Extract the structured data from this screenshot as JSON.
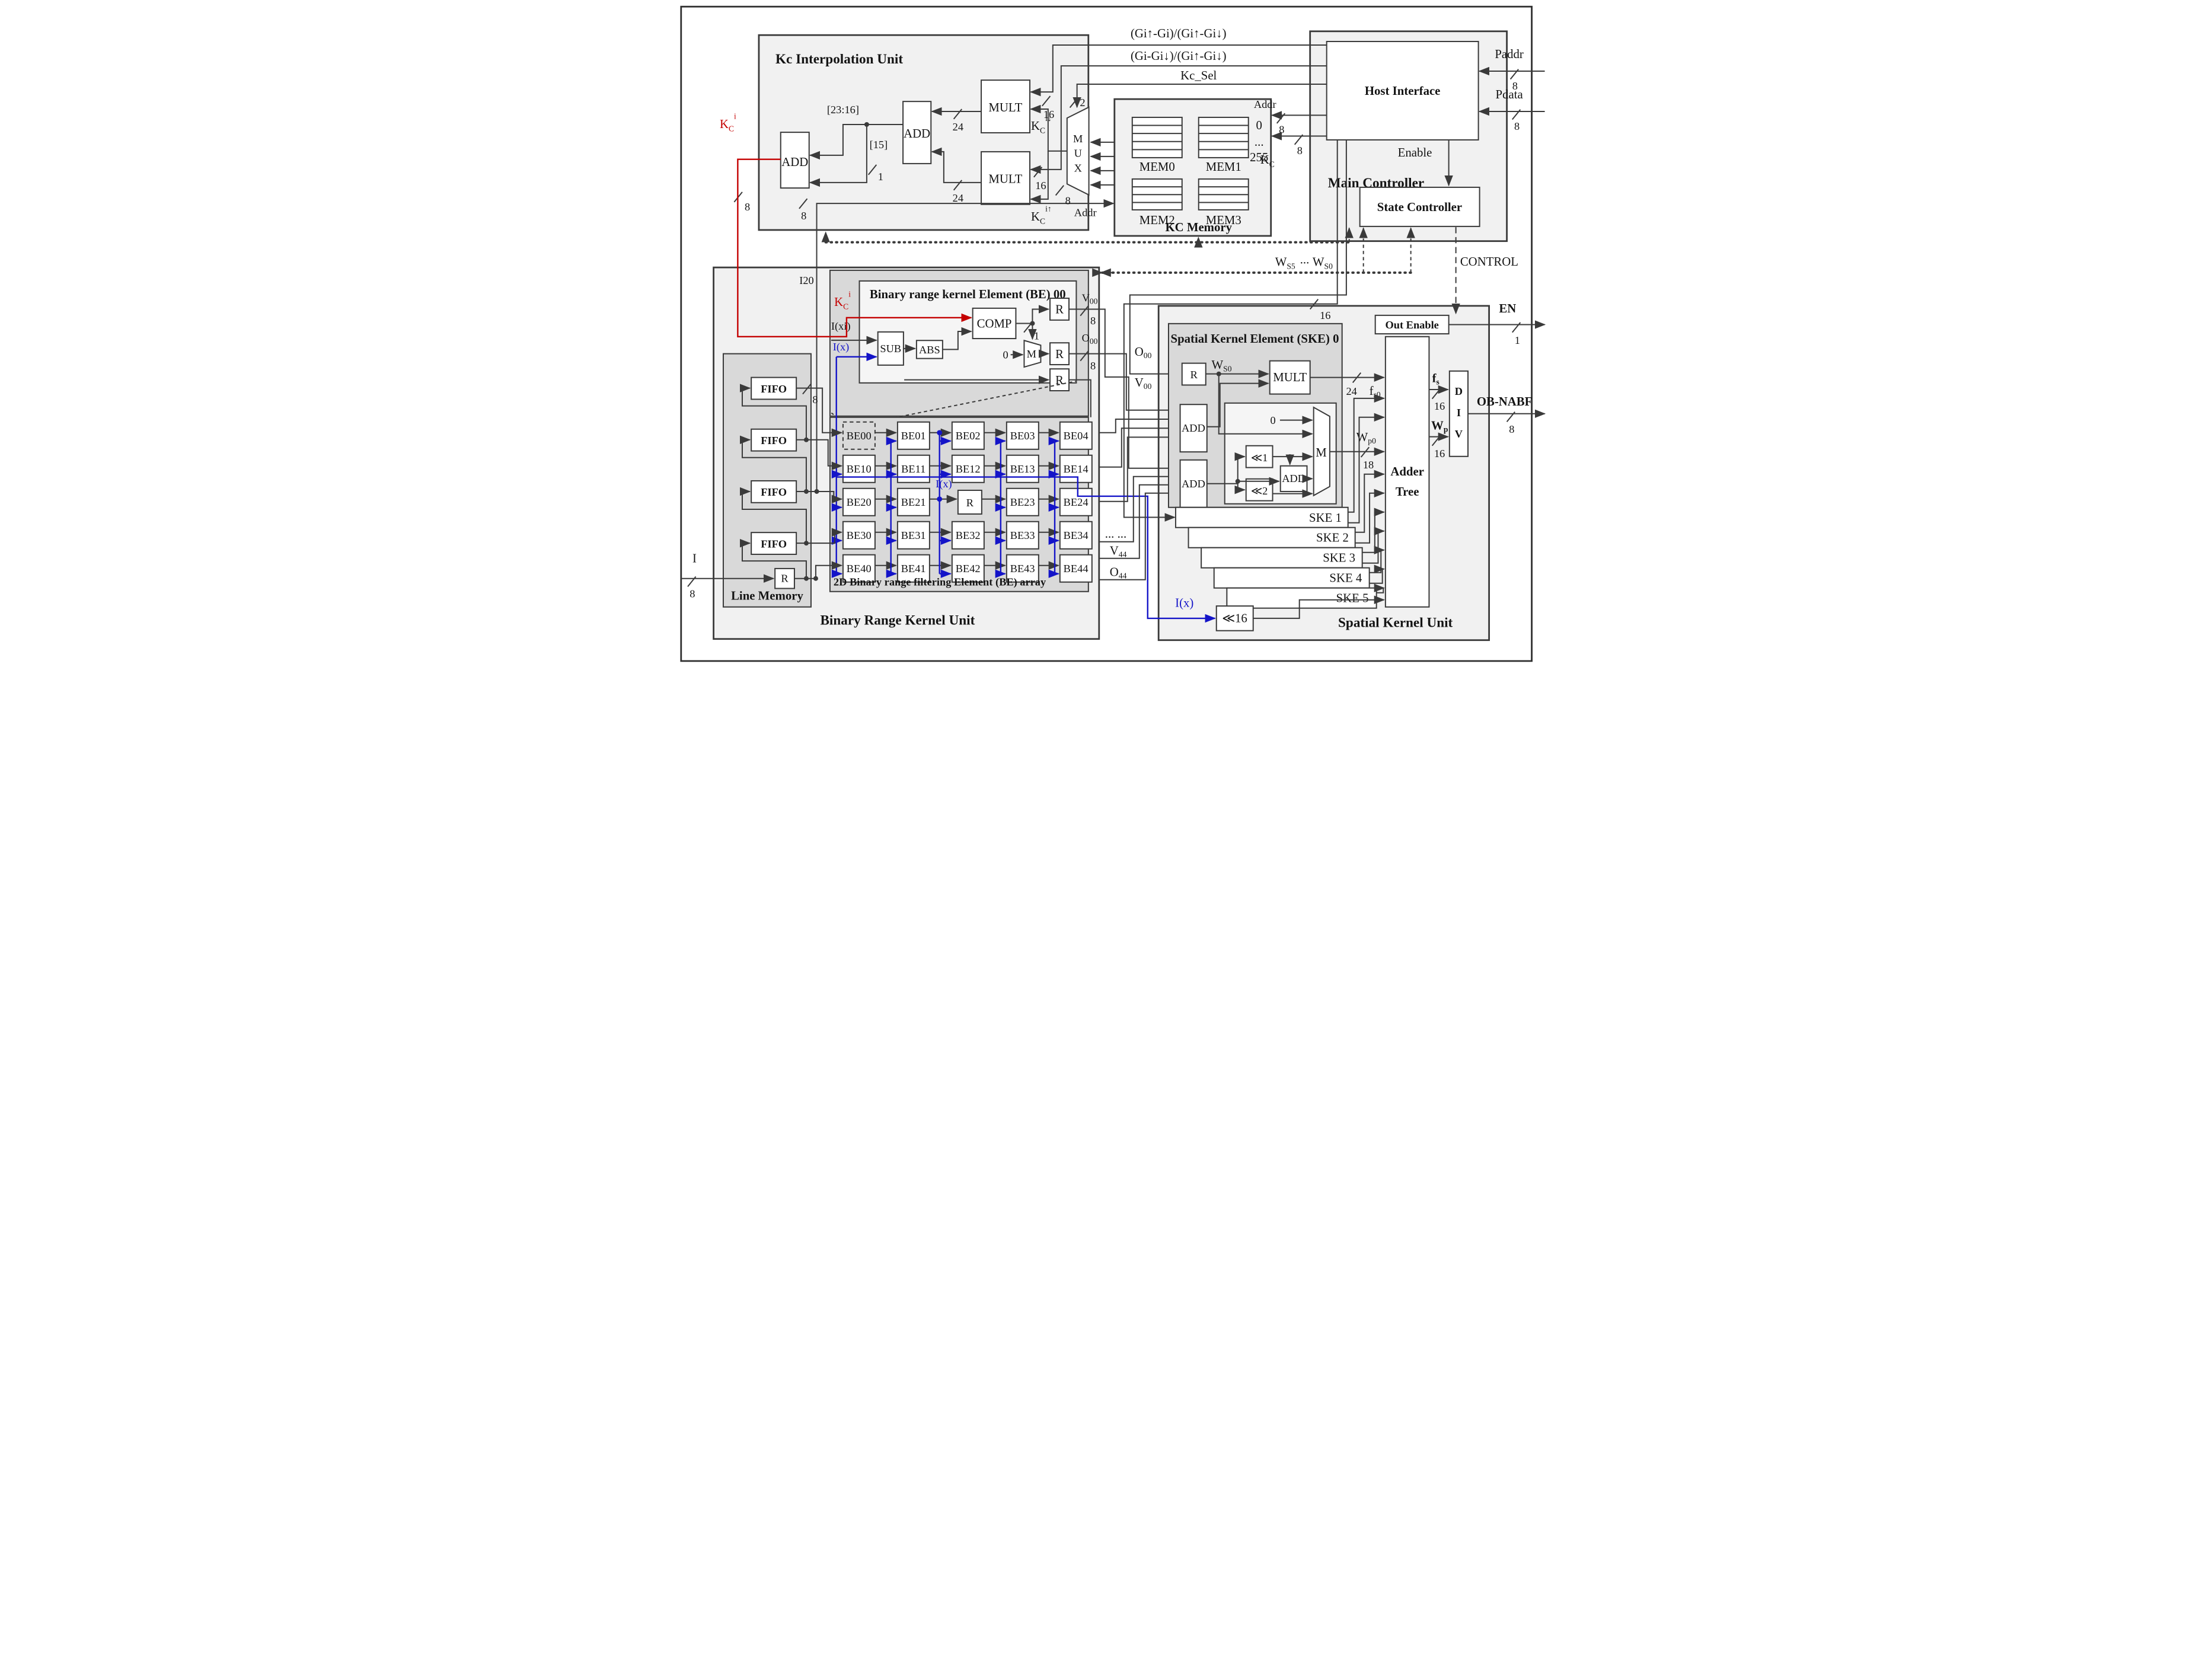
{
  "top_signals": {
    "sig1": "(Gi↑-Gi)/(Gi↑-Gi↓)",
    "sig2": "(Gi-Gi↓)/(Gi↑-Gi↓)",
    "sig3": "Kc_Sel"
  },
  "host": {
    "title": "Host Interface",
    "mc_title": "Main Controller",
    "sc_title": "State Controller",
    "enable": "Enable",
    "control": "CONTROL",
    "paddr": "Paddr",
    "paddr_w": "8",
    "pdata": "Pdata",
    "pdata_w": "8"
  },
  "kc_memory": {
    "title": "KC Memory",
    "mem0": "MEM0",
    "mem1": "MEM1",
    "mem2": "MEM2",
    "mem3": "MEM3",
    "r0": "0",
    "rdots": "...",
    "r255": "255",
    "addr": "Addr",
    "w8a": "8",
    "w8k": "8",
    "kc": {
      "base": "K",
      "sub": "C"
    }
  },
  "kc_interp": {
    "title": "Kc Interpolation Unit",
    "add": "ADD",
    "add2": "ADD",
    "mult": "MULT",
    "mult2": "MULT",
    "mux": {
      "m": "M",
      "u": "U",
      "x": "X"
    },
    "bits": "[23:16]",
    "bit15": "[15]",
    "w1": "1",
    "w24a": "24",
    "w24b": "24",
    "w16a": "16",
    "w16b": "16",
    "w2": "2",
    "w8a": "8",
    "w8b": "8",
    "w8c": "8",
    "addr": "Addr",
    "kci": {
      "base": "K",
      "sub": "C",
      "sup": "i"
    },
    "kci_dn": {
      "base": "K",
      "sub": "C",
      "sup": "i↓"
    },
    "kci_up": {
      "base": "K",
      "sub": "C",
      "sup": "i↑"
    }
  },
  "weights": {
    "ws5": {
      "base": "W",
      "sub": "S5"
    },
    "dots": "...",
    "ws0": {
      "base": "W",
      "sub": "S0"
    },
    "w16": "16"
  },
  "brku": {
    "title": "Binary Range Kernel Unit",
    "i20": "I20",
    "be00_title": "Binary range kernel Element (BE) 00",
    "kci": {
      "base": "K",
      "sub": "C",
      "sup": "i"
    },
    "ixi": "I(xi)",
    "ix": "I(x)",
    "sub": "SUB",
    "abs": "ABS",
    "comp": "COMP",
    "m": "M",
    "zero": "0",
    "r": "R",
    "w1": "1",
    "v00": {
      "base": "V",
      "sub": "00"
    },
    "w8v": "8",
    "o00": {
      "base": "O",
      "sub": "00"
    },
    "w8o": "8",
    "array_caption": "2D Binary range filtering Element (BE) array",
    "ix_array": "I(x)",
    "be_rows": [
      [
        "BE00",
        "BE01",
        "BE02",
        "BE03",
        "BE04"
      ],
      [
        "BE10",
        "BE11",
        "BE12",
        "BE13",
        "BE14"
      ],
      [
        "BE20",
        "BE21",
        "R",
        "BE23",
        "BE24"
      ],
      [
        "BE30",
        "BE31",
        "BE32",
        "BE33",
        "BE34"
      ],
      [
        "BE40",
        "BE41",
        "BE42",
        "BE43",
        "BE44"
      ]
    ]
  },
  "line_memory": {
    "title": "Line Memory",
    "fifo": "FIFO",
    "r": "R",
    "w8": "8",
    "i": "I",
    "iw": "8"
  },
  "bus": {
    "o00": {
      "base": "O",
      "sub": "00"
    },
    "v00": {
      "base": "V",
      "sub": "00"
    },
    "dots": "... ...",
    "v44": {
      "base": "V",
      "sub": "44"
    },
    "o44": {
      "base": "O",
      "sub": "44"
    }
  },
  "ske": {
    "title": "Spatial Kernel Element (SKE) 0",
    "r": "R",
    "ws0": {
      "base": "W",
      "sub": "S0"
    },
    "mult": "MULT",
    "add_a": "ADD",
    "add_b": "ADD",
    "zero": "0",
    "shl1": "≪1",
    "shl2": "≪2",
    "add_i": "ADD",
    "m": "M",
    "w24": "24",
    "fs0": {
      "base": "f",
      "sub": "s0"
    },
    "wp0": {
      "base": "W",
      "sub": "p0"
    },
    "w18": "18",
    "list": [
      "SKE 1",
      "SKE 2",
      "SKE 3",
      "SKE 4",
      "SKE 5"
    ]
  },
  "sku": {
    "title": "Spatial Kernel Unit",
    "out_enable": "Out Enable",
    "en": "EN",
    "en_w": "1",
    "adder": "Adder",
    "tree": "Tree",
    "div": {
      "d": "D",
      "i": "I",
      "v": "V"
    },
    "fs": {
      "base": "f",
      "sub": "s"
    },
    "fs_w": "16",
    "wp": {
      "base": "W",
      "sub": "p"
    },
    "wp_w": "16",
    "ob": "OB-NABF",
    "ob_w": "8",
    "shl16": "≪16",
    "ix": "I(x)"
  }
}
